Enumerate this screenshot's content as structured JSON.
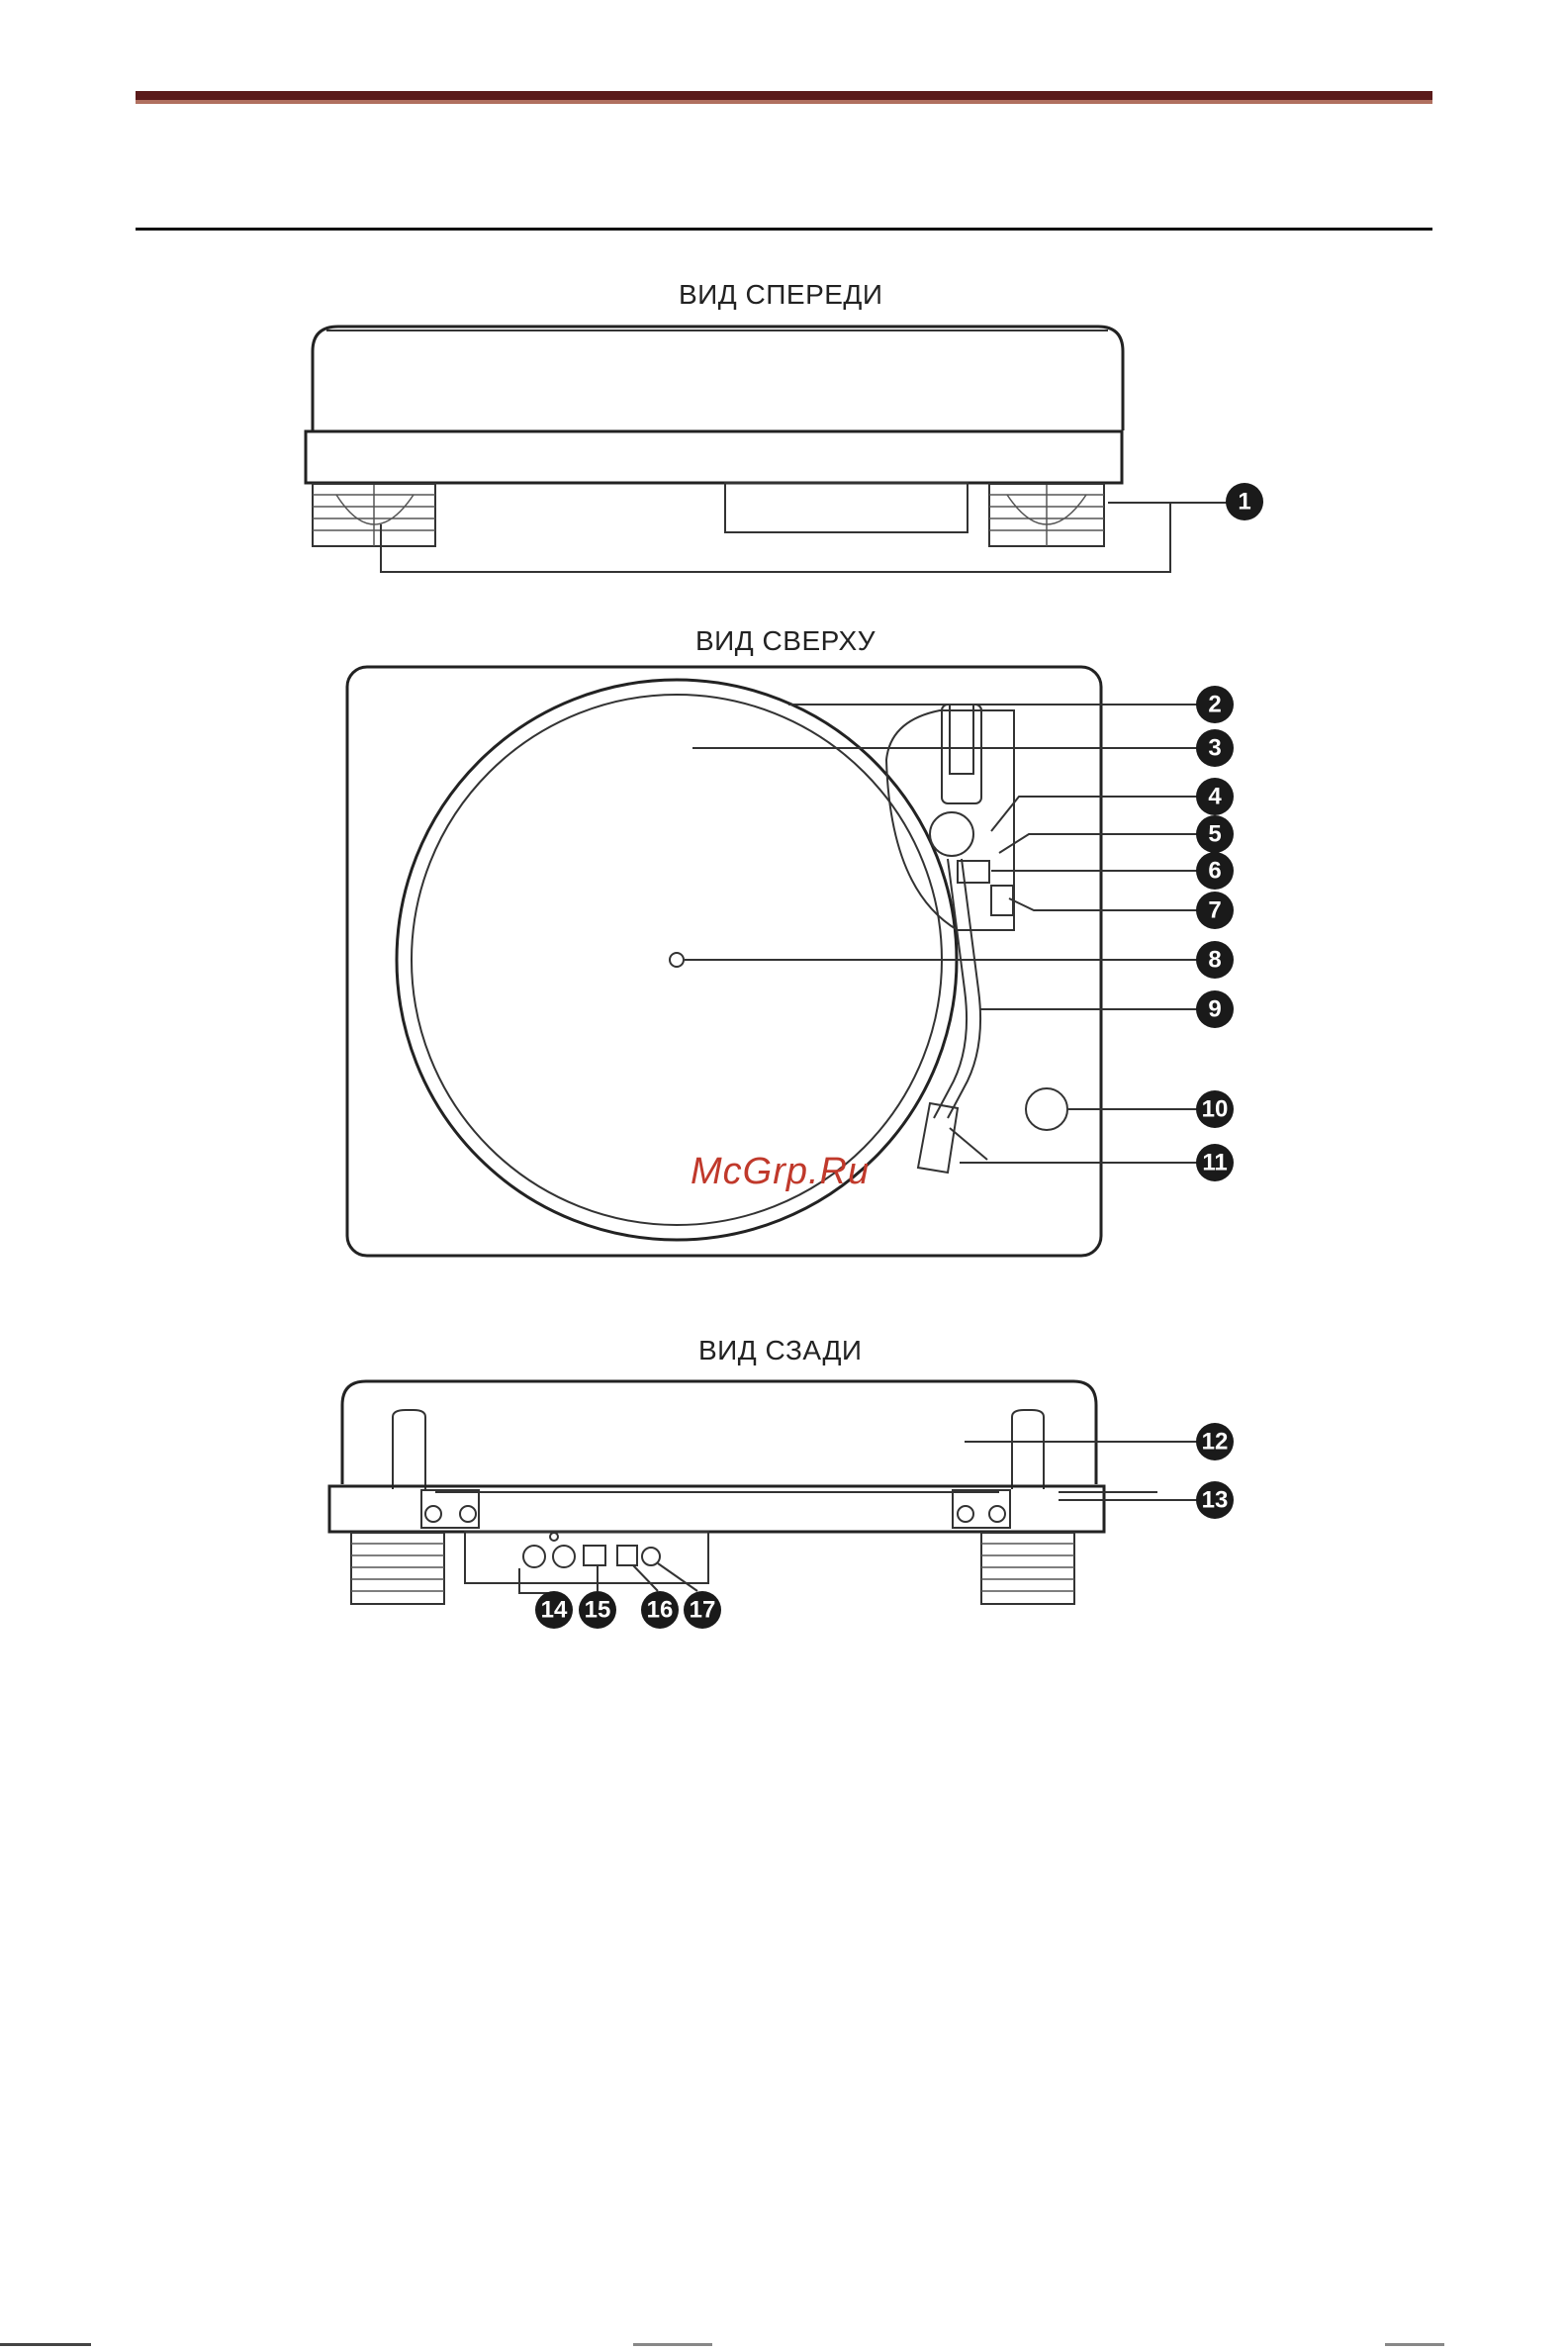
{
  "views": {
    "front": {
      "title": "ВИД СПЕРЕДИ"
    },
    "top": {
      "title": "ВИД СВЕРХУ"
    },
    "back": {
      "title": "ВИД СЗАДИ"
    }
  },
  "watermark": "McGrp.Ru",
  "callouts": {
    "c1": "1",
    "c2": "2",
    "c3": "3",
    "c4": "4",
    "c5": "5",
    "c6": "6",
    "c7": "7",
    "c8": "8",
    "c9": "9",
    "c10": "10",
    "c11": "11",
    "c12": "12",
    "c13": "13",
    "c14": "14",
    "c15": "15",
    "c16": "16",
    "c17": "17"
  },
  "colors": {
    "header_band": "#5a1a1a",
    "watermark": "#c0392b",
    "callout": "#1a1a1a"
  }
}
